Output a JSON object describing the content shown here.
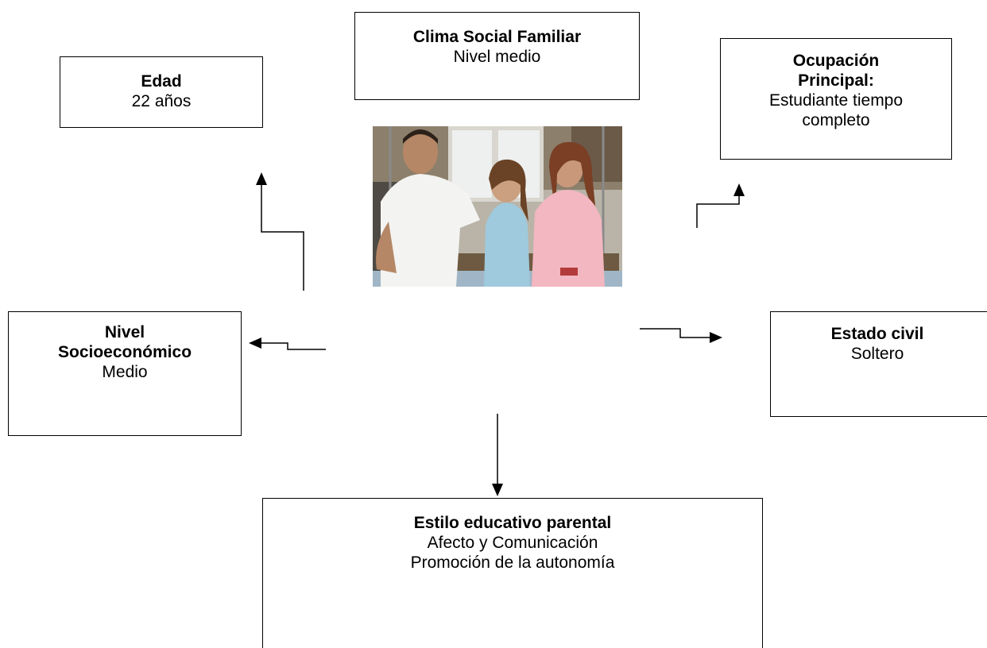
{
  "center_image": {
    "description_icon": "family-photo"
  },
  "nodes": {
    "edad": {
      "title": "Edad",
      "lines": [
        "22 años"
      ]
    },
    "clima": {
      "title": "Clima Social Familiar",
      "lines": [
        "Nivel medio"
      ]
    },
    "ocupacion": {
      "title_lines": [
        "Ocupación",
        "Principal:"
      ],
      "lines": [
        "Estudiante tiempo",
        "completo"
      ]
    },
    "nivel": {
      "title_lines": [
        "Nivel",
        "Socioeconómico"
      ],
      "lines": [
        "Medio"
      ]
    },
    "estado": {
      "title": "Estado civil",
      "lines": [
        "Soltero"
      ]
    },
    "estilo": {
      "title": "Estilo educativo parental",
      "lines": [
        "Afecto y Comunicación",
        "Promoción de la autonomía"
      ]
    }
  },
  "colors": {
    "line": "#000000",
    "box_border": "#000000",
    "background": "#ffffff"
  }
}
